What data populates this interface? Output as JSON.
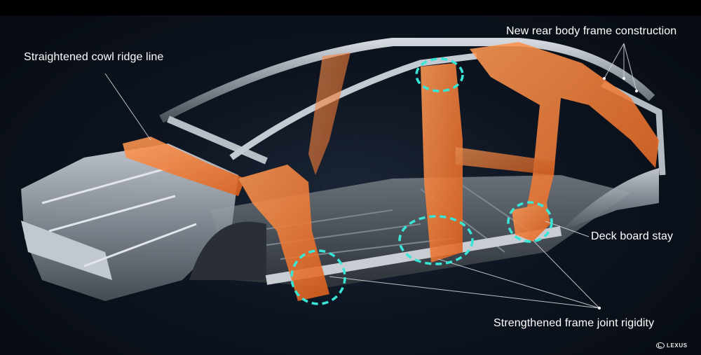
{
  "callouts": {
    "cowl": "Straightened cowl ridge line",
    "rear_frame": "New rear body frame construction",
    "deck_board": "Deck board stay",
    "frame_joint": "Strengthened frame joint rigidity"
  },
  "brand": {
    "name": "LEXUS"
  },
  "colors": {
    "reinforcement_orange": "#f07a35",
    "highlight_cyan": "#38e6d8",
    "steel_silver": "#9aa3ad",
    "background": "#0d1420"
  }
}
